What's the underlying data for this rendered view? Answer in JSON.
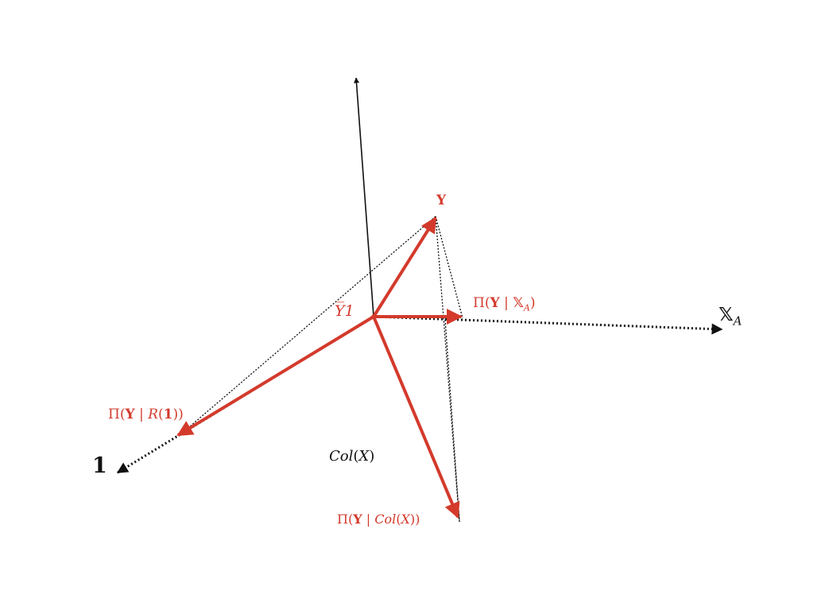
{
  "colors": {
    "vector": "#d33a2c",
    "axis": "#111111",
    "dotted": "#111111",
    "background": "#ffffff"
  },
  "labels": {
    "y": "Y",
    "ybar_1": "Y̅1",
    "proj_xa": {
      "pi": "Π(",
      "y": "Y",
      "sep": " | ",
      "space": "𝕏",
      "sub": "A",
      "close": ")"
    },
    "axis_xa": {
      "space": "𝕏",
      "sub": "A"
    },
    "proj_r1": {
      "pi": "Π(",
      "y": "Y",
      "sep": " | ",
      "r": "R",
      "open": "(",
      "one": "1",
      "close": "))"
    },
    "axis_one": "1",
    "col_x": {
      "col": "Col",
      "open": "(",
      "x": "X",
      "close": ")"
    },
    "proj_colx": {
      "pi": "Π(",
      "y": "Y",
      "sep": " | ",
      "col": "Col",
      "open": "(",
      "x": "X",
      "close": "))"
    }
  }
}
